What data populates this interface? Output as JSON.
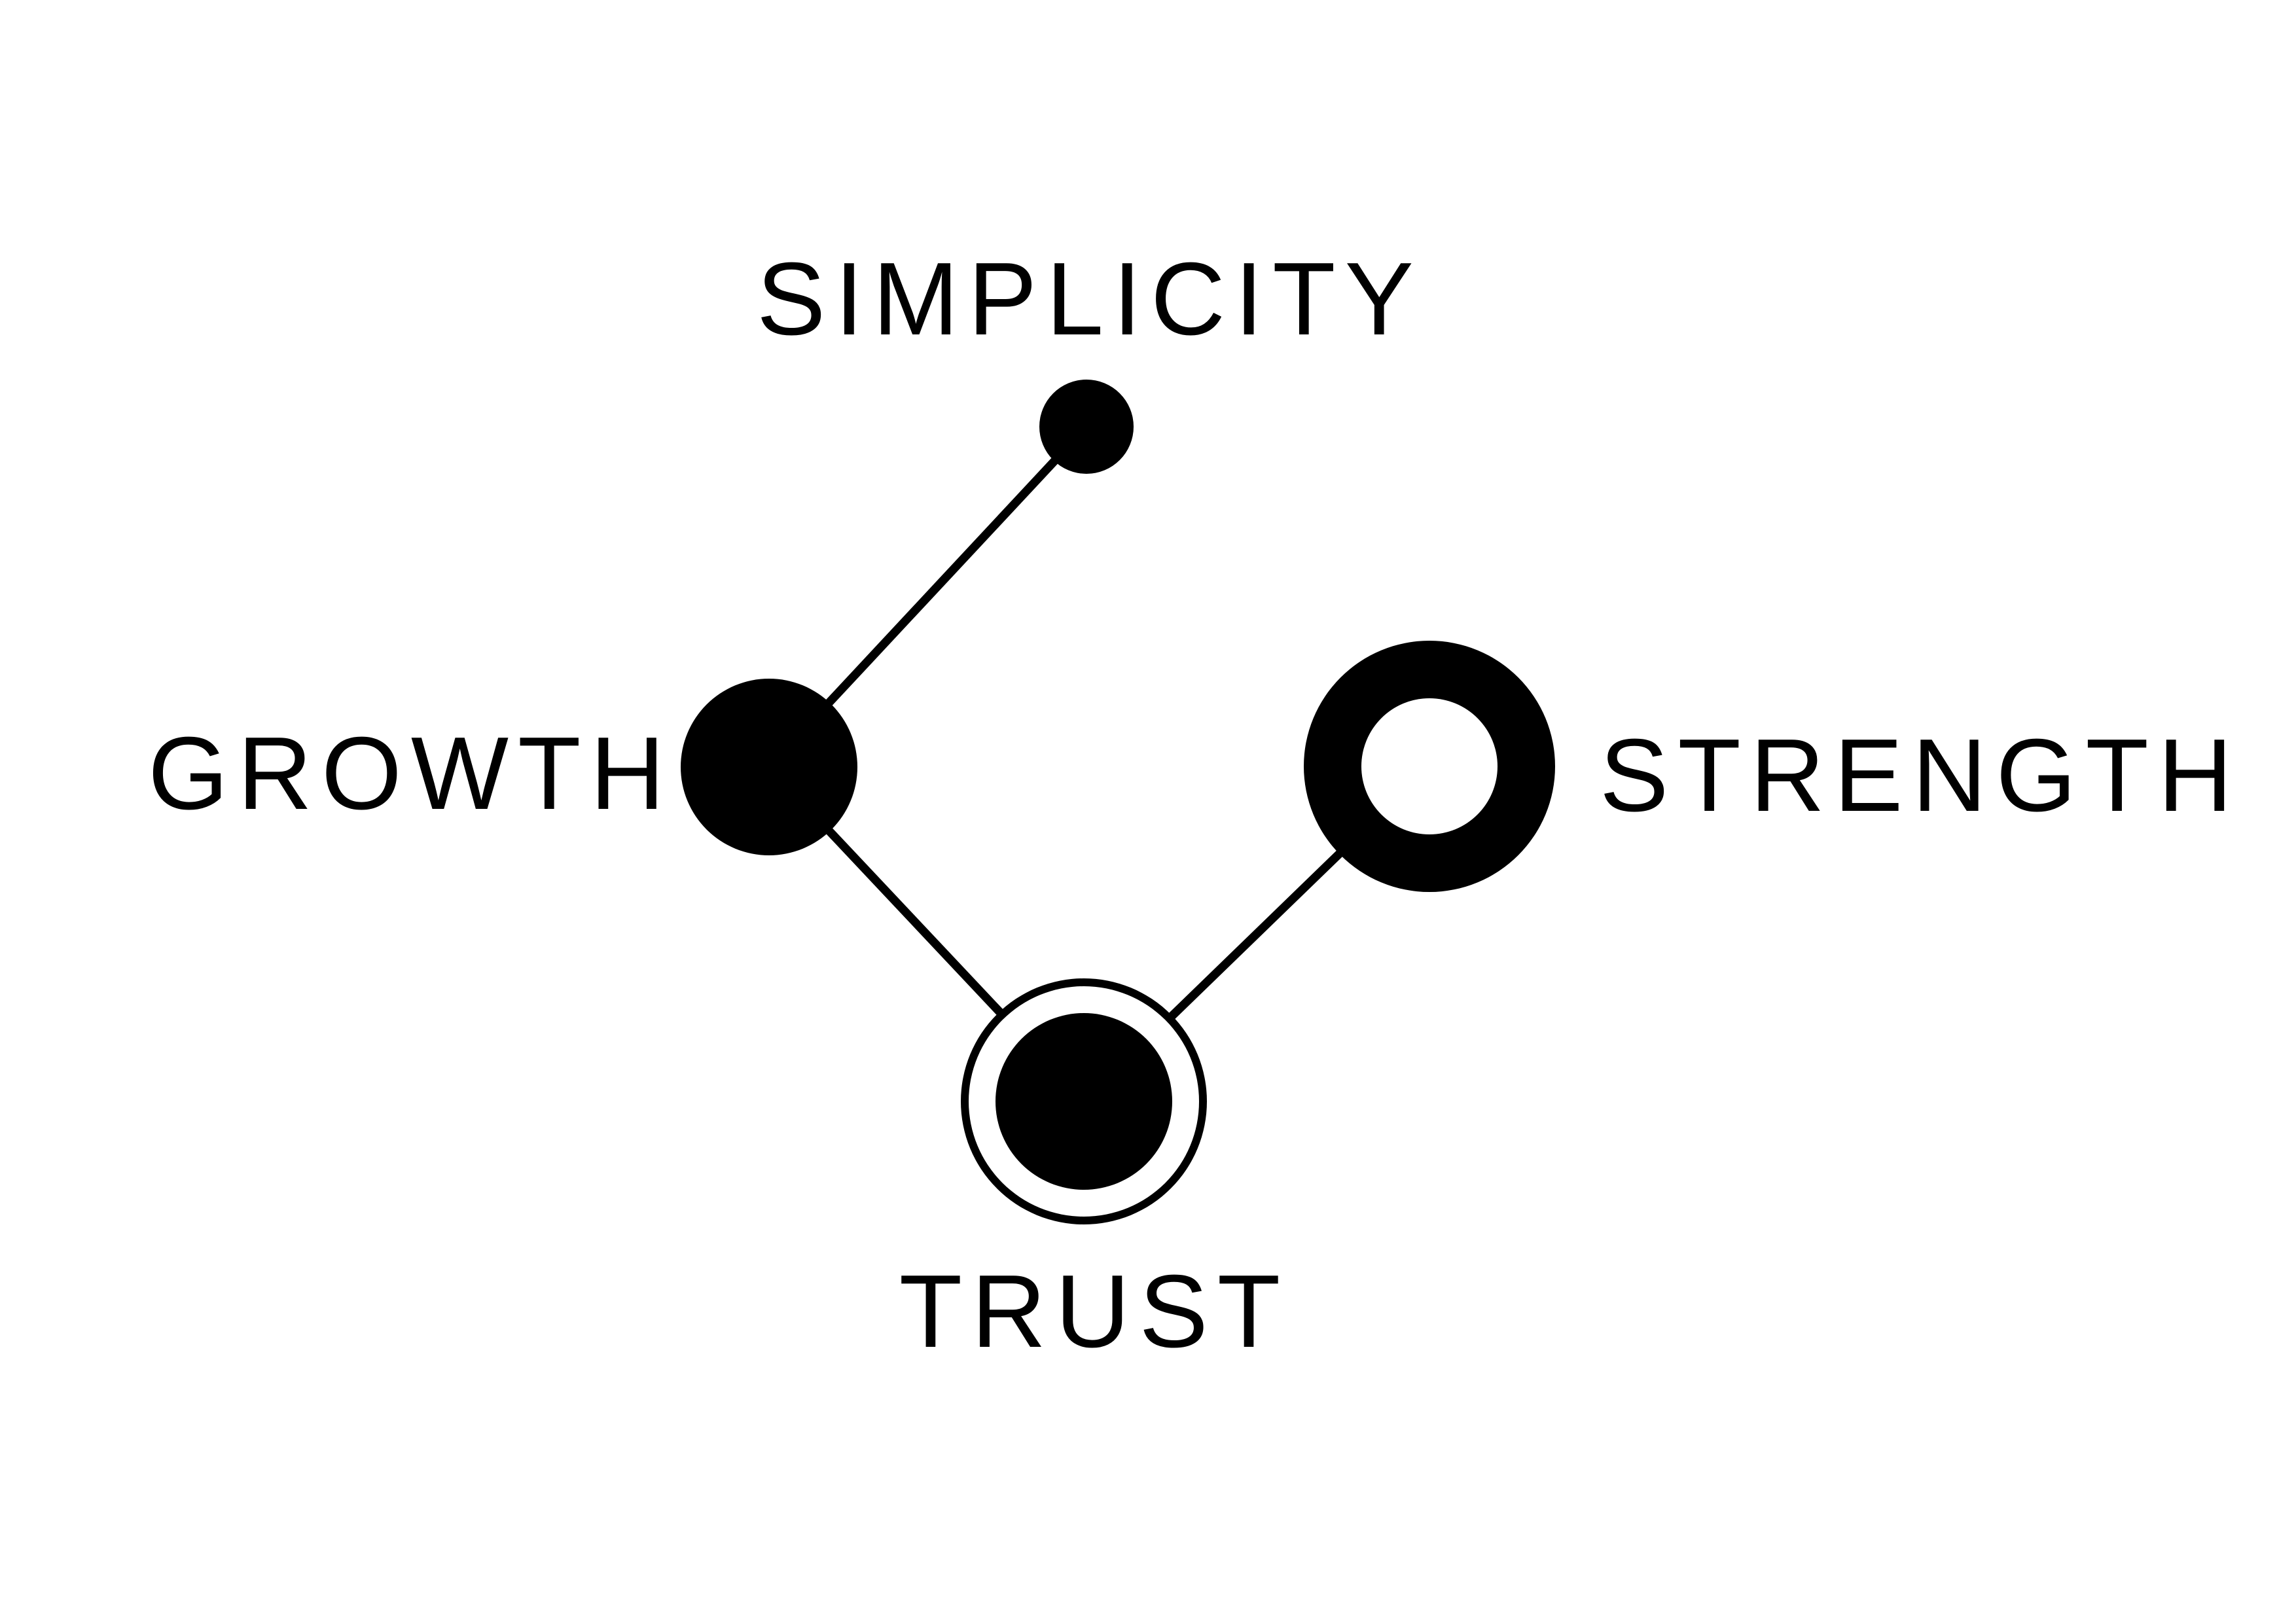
{
  "diagram": {
    "colors": {
      "ink": "#000000",
      "paper": "#ffffff"
    },
    "nodes": {
      "simplicity": {
        "label": "SIMPLICITY",
        "style": "small-filled-dot"
      },
      "growth": {
        "label": "GROWTH",
        "style": "large-filled-dot"
      },
      "strength": {
        "label": "STRENGTH",
        "style": "thick-ring"
      },
      "trust": {
        "label": "TRUST",
        "style": "dot-in-thin-ring"
      }
    },
    "edges": [
      {
        "from": "simplicity",
        "to": "growth"
      },
      {
        "from": "growth",
        "to": "trust"
      },
      {
        "from": "trust",
        "to": "strength"
      }
    ]
  }
}
